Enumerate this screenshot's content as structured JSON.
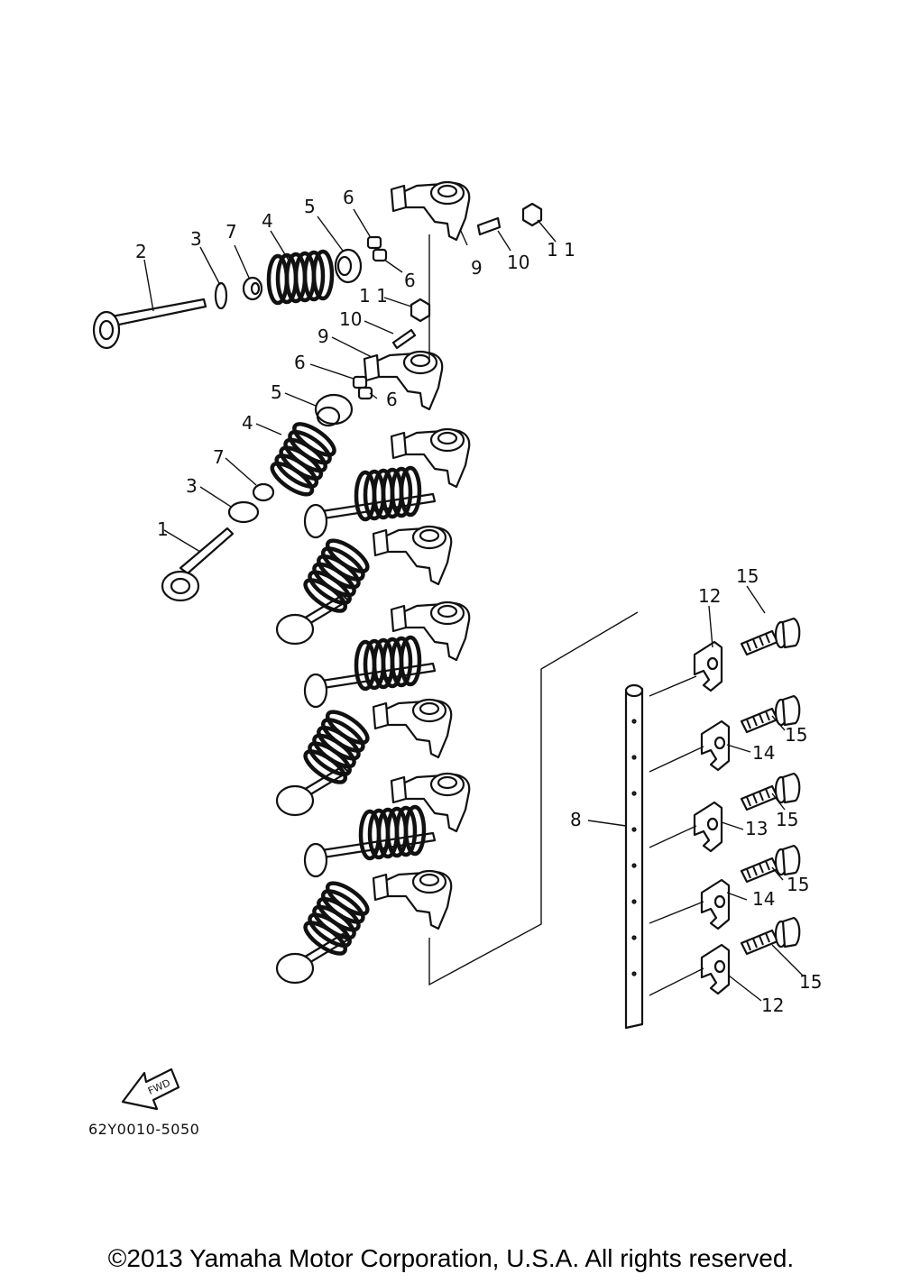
{
  "callouts": {
    "c2": "2",
    "c3a": "3",
    "c7a": "7",
    "c4a": "4",
    "c5a": "5",
    "c6a": "6",
    "c6b": "6",
    "c9a": "9",
    "c10a": "10",
    "c11a": "1 1",
    "c11b": "1 1",
    "c10b": "10",
    "c9b": "9",
    "c6c": "6",
    "c6d": "6",
    "c5b": "5",
    "c4b": "4",
    "c7b": "7",
    "c3b": "3",
    "c1": "1",
    "c8": "8",
    "c12a": "12",
    "c15a": "15",
    "c15b": "15",
    "c14a": "14",
    "c13": "13",
    "c15c": "15",
    "c15d": "15",
    "c14b": "14",
    "c15e": "15",
    "c12b": "12"
  },
  "fwd_label": "FWD",
  "diagram_code": "62Y0010-5050",
  "copyright": "©2013 Yamaha Motor Corporation, U.S.A. All rights reserved."
}
